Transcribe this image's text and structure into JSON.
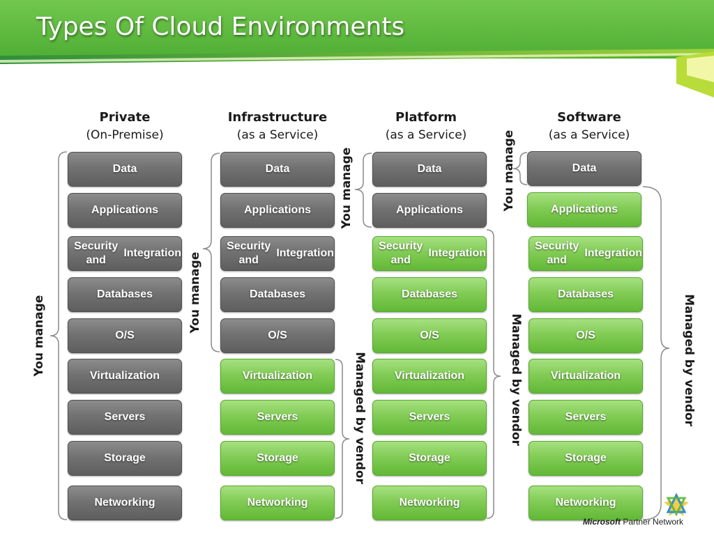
{
  "title": "Types Of Cloud Environments",
  "columns": [
    {
      "heading": "Private",
      "subheading": "(On-Premise)"
    },
    {
      "heading": "Infrastructure",
      "subheading": "(as a Service)"
    },
    {
      "heading": "Platform",
      "subheading": "(as a Service)"
    },
    {
      "heading": "Software",
      "subheading": "(as a Service)"
    }
  ],
  "layers": [
    "Data",
    "Applications",
    "Security and Integration",
    "Databases",
    "O/S",
    "Virtualization",
    "Servers",
    "Storage",
    "Networking"
  ],
  "layer_lines": {
    "security": [
      "Security and",
      "Integration"
    ]
  },
  "managed_by_column": {
    "private": {
      "you_manage_layers": 9,
      "vendor_layers": 0
    },
    "infrastructure": {
      "you_manage_layers": 5,
      "vendor_layers": 4
    },
    "platform": {
      "you_manage_layers": 2,
      "vendor_layers": 7
    },
    "software": {
      "you_manage_layers": 1,
      "vendor_layers": 8
    }
  },
  "labels": {
    "you_manage": "You manage",
    "managed_by_vendor": "Managed by vendor"
  },
  "colors": {
    "you_manage": "#6e6e6e",
    "vendor": "#7cc850",
    "banner": "#5cb73c"
  },
  "footer": {
    "brand": "Microsoft",
    "program": "Partner Network"
  }
}
